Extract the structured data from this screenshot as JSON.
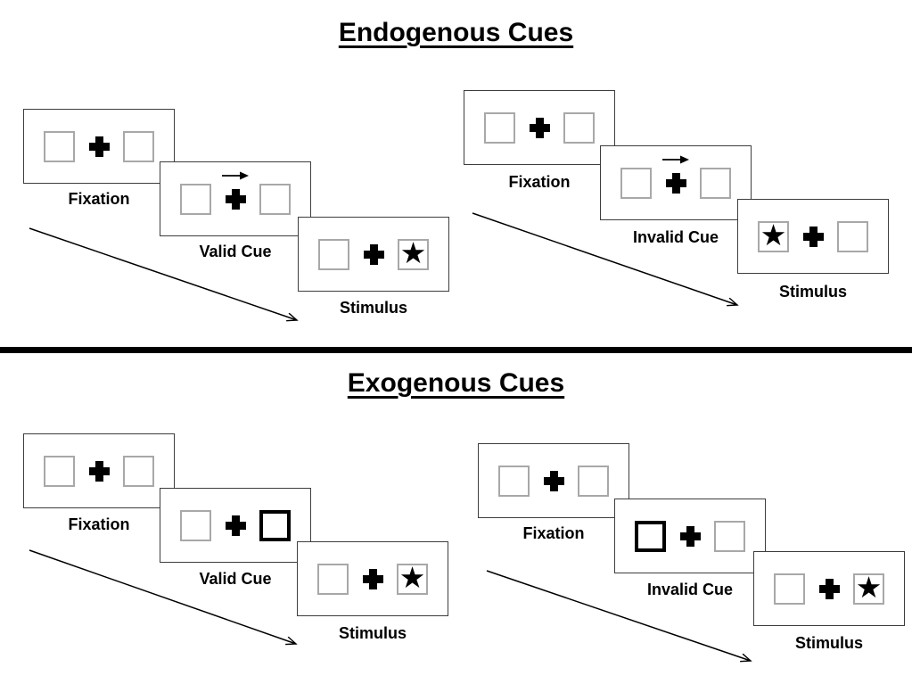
{
  "colors": {
    "ink": "#000000",
    "panel_border": "#3d3d3d",
    "box_border": "#a8a8a8",
    "background": "#ffffff"
  },
  "icons": {
    "star": "★",
    "fixation_cross": "plus-cross",
    "endogenous_cue": "right-arrow-above-cross",
    "exogenous_cue": "thick-black-box",
    "timeline": "diagonal-arrow-down-right"
  },
  "sections": [
    {
      "title": "Endogenous Cues",
      "trials": [
        {
          "name": "valid-trial",
          "panels": [
            {
              "label": "Fixation",
              "left_box": "empty",
              "right_box": "empty",
              "cue": "none"
            },
            {
              "label": "Valid Cue",
              "left_box": "empty",
              "right_box": "empty",
              "cue": "arrow-pointing-right-above-cross"
            },
            {
              "label": "Stimulus",
              "left_box": "empty",
              "right_box": "star",
              "cue": "none"
            }
          ]
        },
        {
          "name": "invalid-trial",
          "panels": [
            {
              "label": "Fixation",
              "left_box": "empty",
              "right_box": "empty",
              "cue": "none"
            },
            {
              "label": "Invalid Cue",
              "left_box": "empty",
              "right_box": "empty",
              "cue": "arrow-pointing-right-above-cross"
            },
            {
              "label": "Stimulus",
              "left_box": "star",
              "right_box": "empty",
              "cue": "none"
            }
          ]
        }
      ]
    },
    {
      "title": "Exogenous Cues",
      "trials": [
        {
          "name": "valid-trial",
          "panels": [
            {
              "label": "Fixation",
              "left_box": "empty",
              "right_box": "empty",
              "cue": "none"
            },
            {
              "label": "Valid Cue",
              "left_box": "empty",
              "right_box": "thick-highlight-box",
              "cue": "right-box-thick-black"
            },
            {
              "label": "Stimulus",
              "left_box": "empty",
              "right_box": "star",
              "cue": "none"
            }
          ]
        },
        {
          "name": "invalid-trial",
          "panels": [
            {
              "label": "Fixation",
              "left_box": "empty",
              "right_box": "empty",
              "cue": "none"
            },
            {
              "label": "Invalid Cue",
              "left_box": "thick-highlight-box",
              "right_box": "empty",
              "cue": "left-box-thick-black"
            },
            {
              "label": "Stimulus",
              "left_box": "empty",
              "right_box": "star",
              "cue": "none"
            }
          ]
        }
      ]
    }
  ]
}
